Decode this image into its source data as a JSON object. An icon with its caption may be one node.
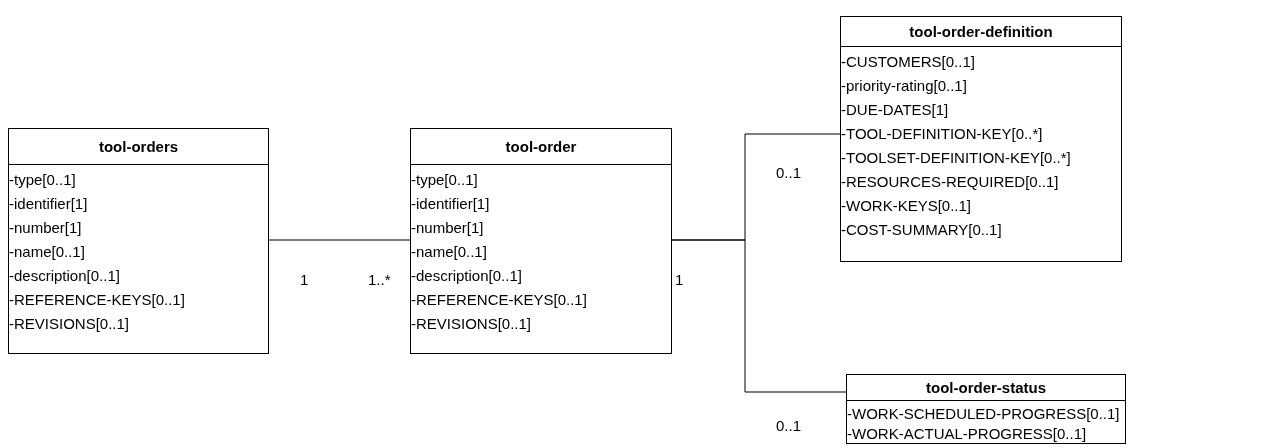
{
  "diagram": {
    "nodes": [
      {
        "text": [
          "tool-orders",
          "-type[0..1]",
          "-identifier[1]",
          "-number[1]",
          "-name[0..1]",
          "-description[0..1]",
          "-REFERENCE-KEYS[0..1]",
          "-REVISIONS[0..1]"
        ]
      },
      {
        "text": [
          "tool-order",
          "-type[0..1]",
          "-identifier[1]",
          "-number[1]",
          "-name[0..1]",
          "-description[0..1]",
          "-REFERENCE-KEYS[0..1]",
          "-REVISIONS[0..1]"
        ]
      },
      {
        "text": [
          "tool-order-definition",
          "-CUSTOMERS[0..1]",
          "-priority-rating[0..1]",
          "-DUE-DATES[1]",
          "-TOOL-DEFINITION-KEY[0..*]",
          "-TOOLSET-DEFINITION-KEY[0..*]",
          "-RESOURCES-REQUIRED[0..1]",
          "-WORK-KEYS[0..1]",
          "-COST-SUMMARY[0..1]"
        ]
      },
      {
        "text": [
          "tool-order-status",
          "-WORK-SCHEDULED-PROGRESS[0..1]",
          "-WORK-ACTUAL-PROGRESS[0..1]"
        ]
      }
    ],
    "edges": [
      {
        "from": 0,
        "to": 1,
        "arrow": "none"
      },
      {
        "from": 1,
        "to": 2,
        "arrow": "none"
      },
      {
        "from": 1,
        "to": 3,
        "arrow": "none"
      }
    ],
    "labels": [
      "1",
      "1..*",
      "1",
      "0..1",
      "0..1"
    ]
  }
}
